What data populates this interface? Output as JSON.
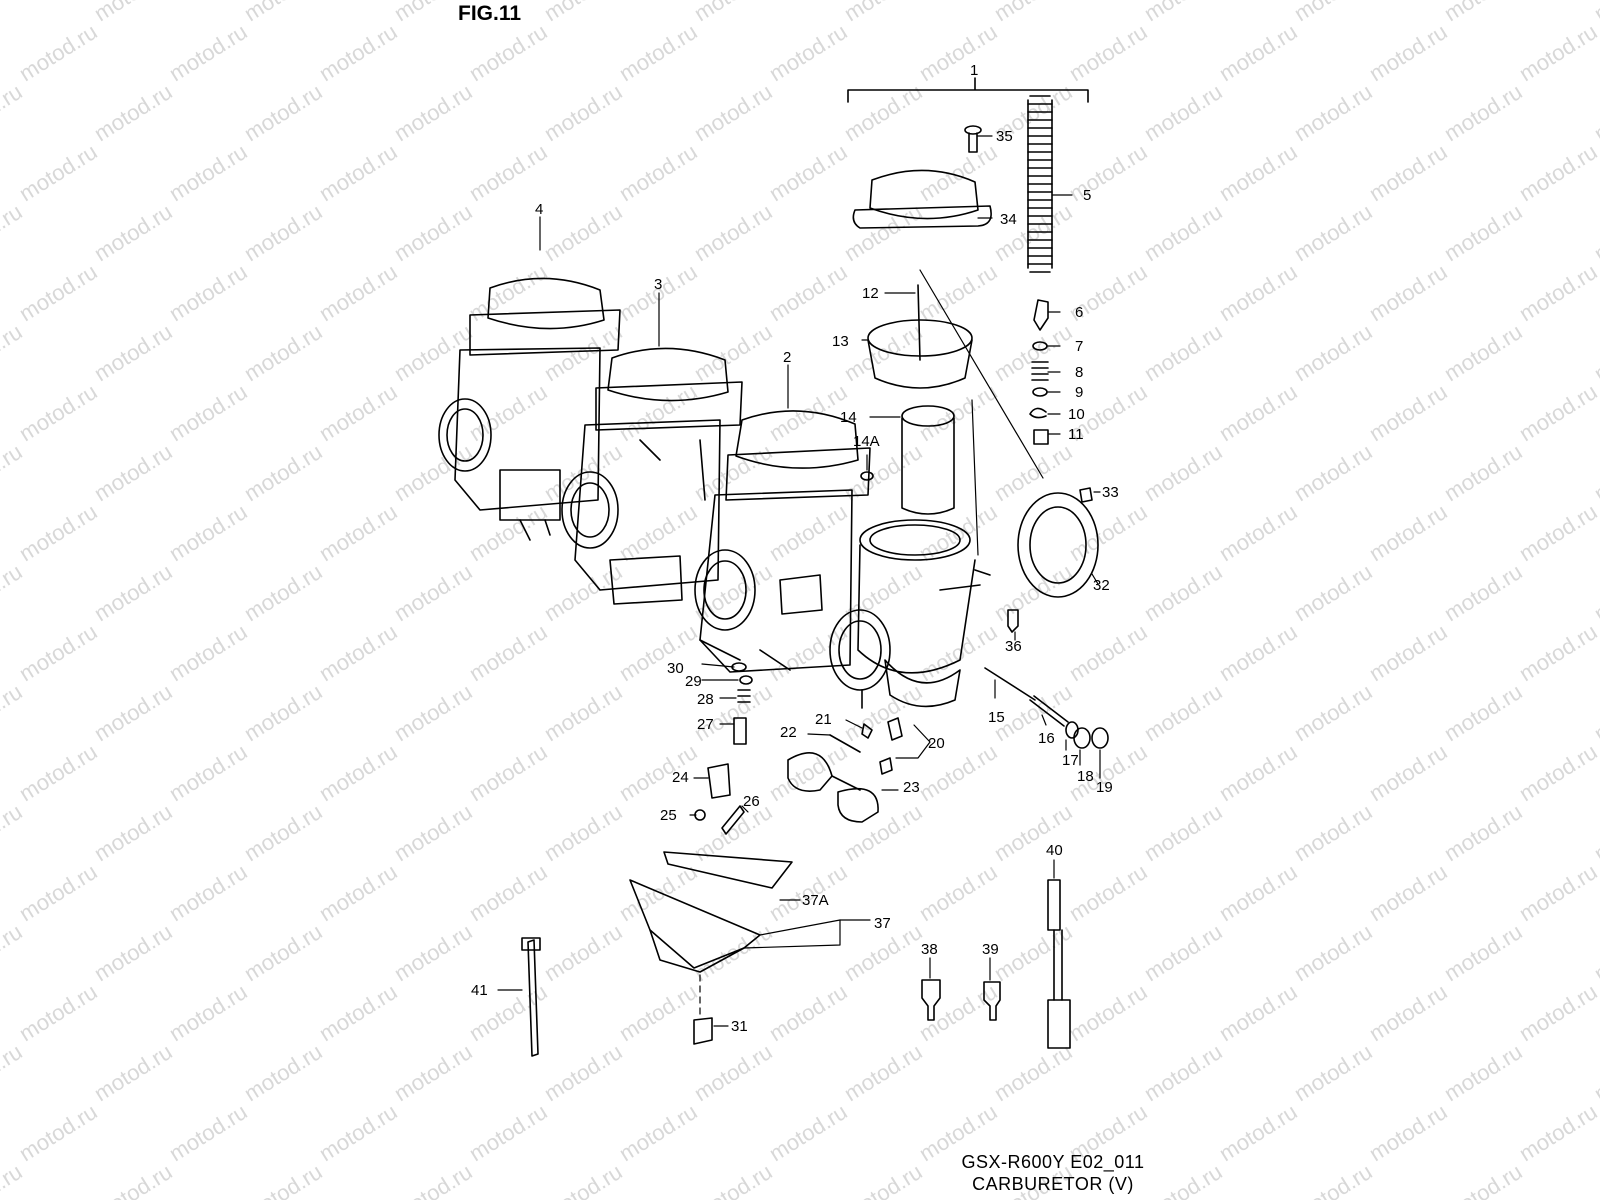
{
  "figure": {
    "title": "FIG.11",
    "model": "GSX-R600Y E02_011",
    "name": "CARBURETOR (V)"
  },
  "watermark": {
    "text": "motod.ru"
  },
  "callouts": [
    "1",
    "2",
    "3",
    "4",
    "5",
    "6",
    "7",
    "8",
    "9",
    "10",
    "11",
    "12",
    "13",
    "14",
    "14A",
    "15",
    "16",
    "17",
    "18",
    "19",
    "20",
    "21",
    "22",
    "23",
    "24",
    "25",
    "26",
    "27",
    "28",
    "29",
    "30",
    "31",
    "32",
    "33",
    "34",
    "35",
    "36",
    "37",
    "37A",
    "38",
    "39",
    "40",
    "41"
  ]
}
